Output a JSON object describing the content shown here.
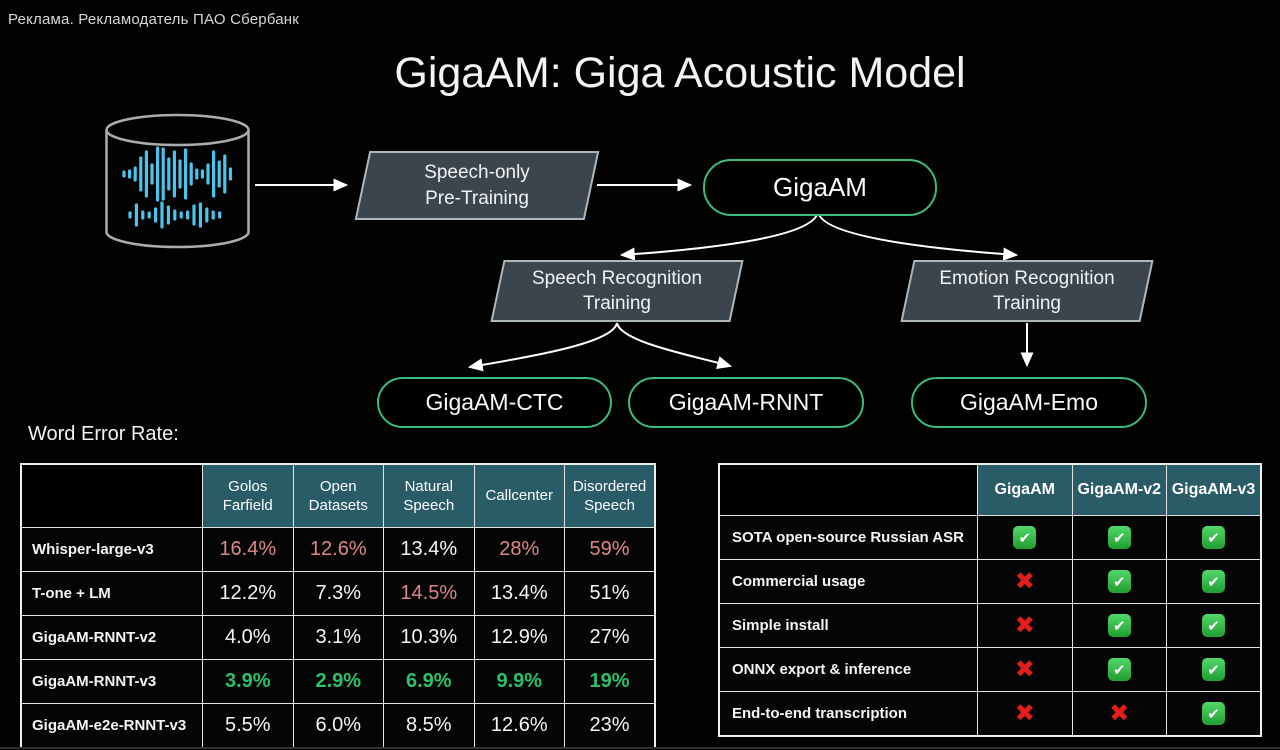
{
  "page": {
    "ad_label": "Реклама. Рекламодатель ПАО Сбербанк",
    "title": "GigaAM: Giga Acoustic Model",
    "wer_section_label": "Word Error Rate:"
  },
  "colors": {
    "accent_green": "#3cbb7b",
    "teal_header": "#2a5c68",
    "bad_red": "#dd8888",
    "good_green": "#2bc168",
    "cross_red": "#e31d1d",
    "check_green_top": "#53d769",
    "check_green_bottom": "#1f9e31",
    "cyan_wave": "#4ac4ec",
    "para_fill": "#3a454d",
    "para_border": "#aeb7bb",
    "table_border": "#e3e3e3",
    "text_main": "#f5f5f5"
  },
  "diagram": {
    "nodes": {
      "pretraining": "Speech-only\nPre-Training",
      "gigaam": "GigaAM",
      "speech_training": "Speech Recognition\nTraining",
      "emotion_training": "Emotion Recognition\nTraining",
      "ctc": "GigaAM-CTC",
      "rnnt": "GigaAM-RNNT",
      "emo": "GigaAM-Emo"
    }
  },
  "icons": {
    "check": "✔",
    "cross": "✖"
  },
  "wer_table": {
    "columns": [
      "",
      "Golos Farfield",
      "Open Datasets",
      "Natural Speech",
      "Callcenter",
      "Disordered Speech"
    ],
    "rows": [
      {
        "label": "Whisper-large-v3",
        "values": [
          {
            "text": "16.4%",
            "style": "red"
          },
          {
            "text": "12.6%",
            "style": "red"
          },
          {
            "text": "13.4%",
            "style": "white"
          },
          {
            "text": "28%",
            "style": "red"
          },
          {
            "text": "59%",
            "style": "red"
          }
        ]
      },
      {
        "label": "T-one + LM",
        "values": [
          {
            "text": "12.2%",
            "style": "white"
          },
          {
            "text": "7.3%",
            "style": "white"
          },
          {
            "text": "14.5%",
            "style": "red"
          },
          {
            "text": "13.4%",
            "style": "white"
          },
          {
            "text": "51%",
            "style": "white"
          }
        ]
      },
      {
        "label": "GigaAM-RNNT-v2",
        "values": [
          {
            "text": "4.0%",
            "style": "white"
          },
          {
            "text": "3.1%",
            "style": "white"
          },
          {
            "text": "10.3%",
            "style": "white"
          },
          {
            "text": "12.9%",
            "style": "white"
          },
          {
            "text": "27%",
            "style": "white"
          }
        ]
      },
      {
        "label": "GigaAM-RNNT-v3",
        "values": [
          {
            "text": "3.9%",
            "style": "green"
          },
          {
            "text": "2.9%",
            "style": "green"
          },
          {
            "text": "6.9%",
            "style": "green"
          },
          {
            "text": "9.9%",
            "style": "green"
          },
          {
            "text": "19%",
            "style": "green"
          }
        ]
      },
      {
        "label": "GigaAM-e2e-RNNT-v3",
        "values": [
          {
            "text": "5.5%",
            "style": "white"
          },
          {
            "text": "6.0%",
            "style": "white"
          },
          {
            "text": "8.5%",
            "style": "white"
          },
          {
            "text": "12.6%",
            "style": "white"
          },
          {
            "text": "23%",
            "style": "white"
          }
        ]
      }
    ]
  },
  "feature_table": {
    "columns": [
      "",
      "GigaAM",
      "GigaAM-v2",
      "GigaAM-v3"
    ],
    "rows": [
      {
        "label": "SOTA open-source Russian ASR",
        "values": [
          "check",
          "check",
          "check"
        ]
      },
      {
        "label": "Commercial usage",
        "values": [
          "cross",
          "check",
          "check"
        ]
      },
      {
        "label": "Simple install",
        "values": [
          "cross",
          "check",
          "check"
        ]
      },
      {
        "label": "ONNX export & inference",
        "values": [
          "cross",
          "check",
          "check"
        ]
      },
      {
        "label": "End-to-end transcription",
        "values": [
          "cross",
          "cross",
          "check"
        ]
      }
    ]
  }
}
